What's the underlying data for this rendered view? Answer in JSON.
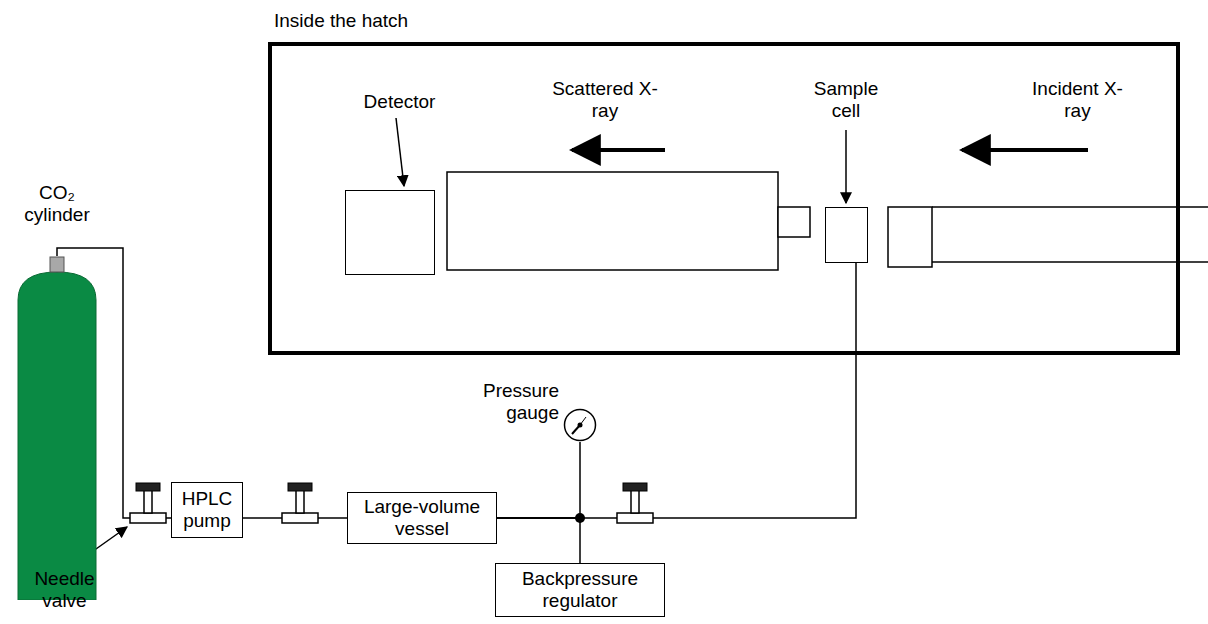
{
  "diagram": {
    "nodes": [
      {
        "text": [
          "Inside the hatch"
        ]
      },
      {
        "text": [
          "Detector"
        ],
        "in": 0
      },
      {
        "text": [
          "Sample cell"
        ],
        "in": 0
      },
      {
        "text": [
          "CO₂ cylinder"
        ]
      },
      {
        "text": [
          "HPLC pump"
        ]
      },
      {
        "text": [
          "Large-volume vessel"
        ]
      },
      {
        "text": [
          "Pressure gauge"
        ]
      },
      {
        "text": [
          "Backpressure regulator"
        ]
      }
    ],
    "edges": [
      {
        "from": 3,
        "to": 4,
        "arrow": "none"
      },
      {
        "from": 4,
        "to": 5,
        "arrow": "none"
      },
      {
        "from": 5,
        "to": 2,
        "arrow": "none"
      },
      {
        "from": 5,
        "to": 6,
        "arrow": "none"
      },
      {
        "from": 5,
        "to": 7,
        "arrow": "none"
      }
    ],
    "labels": [
      "Scattered X-ray",
      "Incident X-ray",
      "Needle valve"
    ]
  }
}
